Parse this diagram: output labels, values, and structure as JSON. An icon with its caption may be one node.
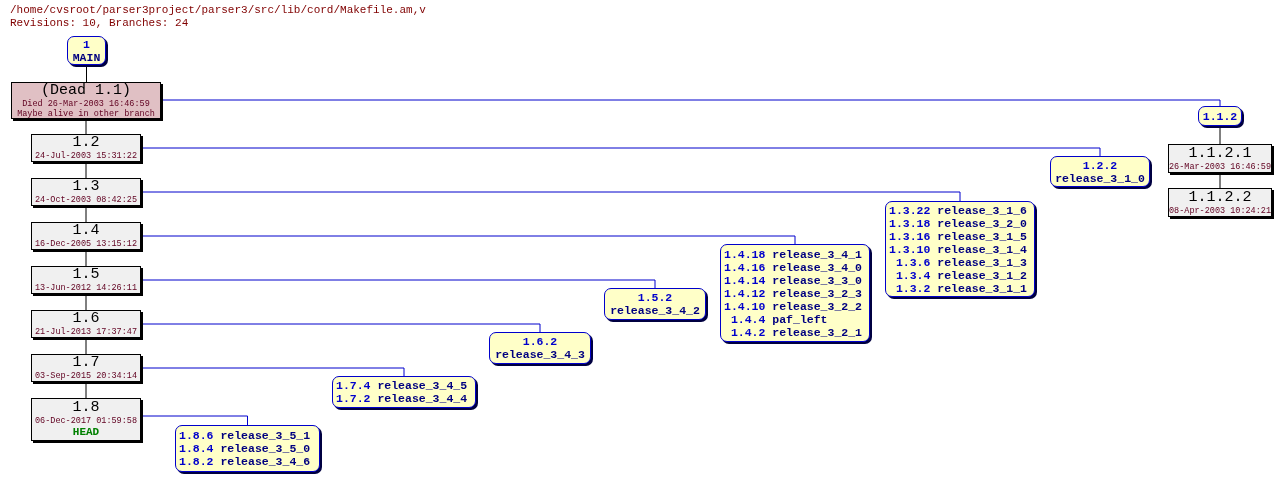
{
  "diagram": {
    "nodes": [
      {
        "text": [
          "1",
          "MAIN"
        ]
      },
      {
        "text": [
          "(Dead 1.1)",
          "Died 26-Mar-2003 16:46:59",
          "Maybe alive in other branch"
        ]
      },
      {
        "text": [
          "1.2",
          "24-Jul-2003 15:31:22"
        ]
      },
      {
        "text": [
          "1.3",
          "24-Oct-2003 08:42:25"
        ]
      },
      {
        "text": [
          "1.4",
          "16-Dec-2005 13:15:12"
        ]
      },
      {
        "text": [
          "1.5",
          "13-Jun-2012 14:26:11"
        ]
      },
      {
        "text": [
          "1.6",
          "21-Jul-2013 17:37:47"
        ]
      },
      {
        "text": [
          "1.7",
          "03-Sep-2015 20:34:14"
        ]
      },
      {
        "text": [
          "1.8",
          "06-Dec-2017 01:59:58",
          "HEAD"
        ]
      },
      {
        "text": [
          "1.1.2"
        ]
      },
      {
        "text": [
          "1.1.2.1",
          "26-Mar-2003 16:46:59"
        ]
      },
      {
        "text": [
          "1.1.2.2",
          "08-Apr-2003 10:24:21"
        ]
      },
      {
        "text": [
          "1.2.2",
          "release_3_1_0"
        ]
      },
      {
        "text": [
          "1.3.22 release_3_1_6",
          "1.3.18 release_3_2_0",
          "1.3.16 release_3_1_5",
          "1.3.10 release_3_1_4",
          "1.3.6 release_3_1_3",
          "1.3.4 release_3_1_2",
          "1.3.2 release_3_1_1"
        ]
      },
      {
        "text": [
          "1.4.18 release_3_4_1",
          "1.4.16 release_3_4_0",
          "1.4.14 release_3_3_0",
          "1.4.12 release_3_2_3",
          "1.4.10 release_3_2_2",
          "1.4.4 paf_left",
          "1.4.2 release_3_2_1"
        ]
      },
      {
        "text": [
          "1.5.2",
          "release_3_4_2"
        ]
      },
      {
        "text": [
          "1.6.2",
          "release_3_4_3"
        ]
      },
      {
        "text": [
          "1.7.4 release_3_4_5",
          "1.7.2 release_3_4_4"
        ]
      },
      {
        "text": [
          "1.8.6 release_3_5_1",
          "1.8.4 release_3_5_0",
          "1.8.2 release_3_4_6"
        ]
      }
    ],
    "edges": [
      {
        "from": 0,
        "to": 1,
        "arrow": "none"
      },
      {
        "from": 1,
        "to": 2,
        "arrow": "none"
      },
      {
        "from": 2,
        "to": 3,
        "arrow": "none"
      },
      {
        "from": 3,
        "to": 4,
        "arrow": "none"
      },
      {
        "from": 4,
        "to": 5,
        "arrow": "none"
      },
      {
        "from": 5,
        "to": 6,
        "arrow": "none"
      },
      {
        "from": 6,
        "to": 7,
        "arrow": "none"
      },
      {
        "from": 7,
        "to": 8,
        "arrow": "none"
      },
      {
        "from": 1,
        "to": 9,
        "arrow": "none",
        "color": "#0000cc"
      },
      {
        "from": 9,
        "to": 10,
        "arrow": "none"
      },
      {
        "from": 10,
        "to": 11,
        "arrow": "none"
      },
      {
        "from": 2,
        "to": 12,
        "arrow": "none",
        "color": "#0000cc"
      },
      {
        "from": 3,
        "to": 13,
        "arrow": "none",
        "color": "#0000cc"
      },
      {
        "from": 4,
        "to": 14,
        "arrow": "none",
        "color": "#0000cc"
      },
      {
        "from": 5,
        "to": 15,
        "arrow": "none",
        "color": "#0000cc"
      },
      {
        "from": 6,
        "to": 16,
        "arrow": "none",
        "color": "#0000cc"
      },
      {
        "from": 7,
        "to": 17,
        "arrow": "none",
        "color": "#0000cc"
      },
      {
        "from": 8,
        "to": 18,
        "arrow": "none",
        "color": "#0000cc"
      }
    ],
    "labels": [
      "/home/cvsroot/parser3project/parser3/src/lib/cord/Makefile.am,v",
      "Revisions: 10, Branches: 24"
    ]
  }
}
